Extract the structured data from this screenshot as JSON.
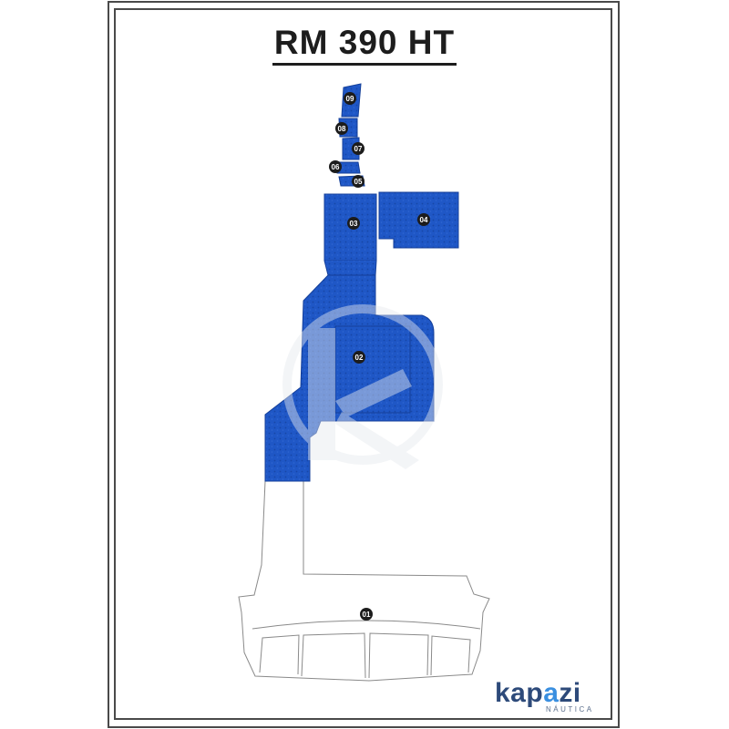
{
  "title": "RM 390 HT",
  "colors": {
    "mat": "#1f57c6",
    "mat_dark": "#143f99",
    "outline": "#8a8a8a",
    "frame": "#4a4a4a",
    "badge": "#1c1c1c",
    "badge_text": "#ffffff",
    "logo_primary": "#2d4a7a",
    "logo_accent": "#3a8fe0"
  },
  "pieces": [
    {
      "id": "01",
      "label": "01",
      "covered": false
    },
    {
      "id": "02",
      "label": "02",
      "covered": true
    },
    {
      "id": "03",
      "label": "03",
      "covered": true
    },
    {
      "id": "04",
      "label": "04",
      "covered": true
    },
    {
      "id": "05",
      "label": "05",
      "covered": true
    },
    {
      "id": "06",
      "label": "06",
      "covered": true
    },
    {
      "id": "07",
      "label": "07",
      "covered": true
    },
    {
      "id": "08",
      "label": "08",
      "covered": true
    },
    {
      "id": "09",
      "label": "09",
      "covered": true
    }
  ],
  "watermark": {
    "icon": "kapazi-k-watermark-icon"
  },
  "brand": {
    "word_a": "kap",
    "word_b": "a",
    "word_c": "zi",
    "sub": "NÁUTICA"
  }
}
